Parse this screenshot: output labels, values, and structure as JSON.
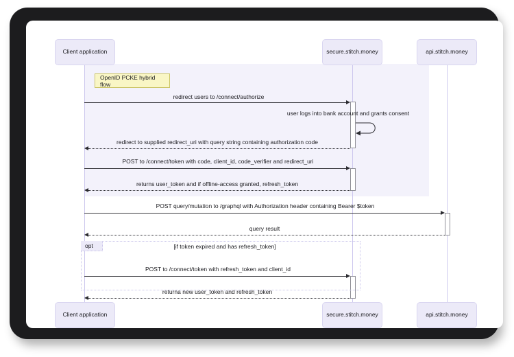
{
  "diagram": {
    "type": "sequence-diagram",
    "title": "OpenID PCKE hybrid flow",
    "colors": {
      "participant_fill": "#eceaf8",
      "participant_border": "#d9d5f0",
      "group_fill": "#f3f2fb",
      "note_fill": "#f9f6c5",
      "note_border": "#ccc566",
      "lifeline": "#cdc8ee",
      "arrow": "#2b2b30",
      "frame": "#1c1c1e",
      "page": "#ffffff"
    },
    "participants": [
      {
        "id": "client",
        "label": "Client application"
      },
      {
        "id": "secure",
        "label": "secure.stitch.money"
      },
      {
        "id": "api",
        "label": "api.stitch.money"
      }
    ],
    "participants_footer": [
      {
        "id": "client",
        "label": "Client application"
      },
      {
        "id": "secure",
        "label": "secure.stitch.money"
      },
      {
        "id": "api",
        "label": "api.stitch.money"
      }
    ],
    "note": {
      "label": "OpenID PCKE hybrid flow"
    },
    "fragment": {
      "operator": "opt",
      "condition": "[if token expired and has refresh_token]"
    },
    "messages": [
      {
        "index": 1,
        "from": "client",
        "to": "secure",
        "label": "redirect users to /connect/authorize",
        "style": "solid",
        "direction": "right"
      },
      {
        "index": 2,
        "from": "secure",
        "to": "secure",
        "label": "user logs into bank account and grants consent",
        "style": "self-loop",
        "direction": "self"
      },
      {
        "index": 3,
        "from": "secure",
        "to": "client",
        "label": "redirect to supplied redirect_uri with query string containing authorization code",
        "style": "dotted",
        "direction": "left"
      },
      {
        "index": 4,
        "from": "client",
        "to": "secure",
        "label": "POST to /connect/token with code, client_id, code_verifier and redirect_uri",
        "style": "solid",
        "direction": "right"
      },
      {
        "index": 5,
        "from": "secure",
        "to": "client",
        "label": "returns user_token and if offline-access granted, refresh_token",
        "style": "dotted",
        "direction": "left"
      },
      {
        "index": 6,
        "from": "client",
        "to": "api",
        "label": "POST query/mutation to /graphql with Authorization header containing Bearer $token",
        "style": "solid",
        "direction": "right"
      },
      {
        "index": 7,
        "from": "api",
        "to": "client",
        "label": "query result",
        "style": "dotted",
        "direction": "left"
      },
      {
        "index": 8,
        "from": "client",
        "to": "secure",
        "label": "POST to /connect/token with refresh_token and client_id",
        "style": "solid",
        "direction": "right"
      },
      {
        "index": 9,
        "from": "secure",
        "to": "client",
        "label": "returna new user_token and refresh_token",
        "style": "dotted",
        "direction": "left"
      }
    ]
  }
}
